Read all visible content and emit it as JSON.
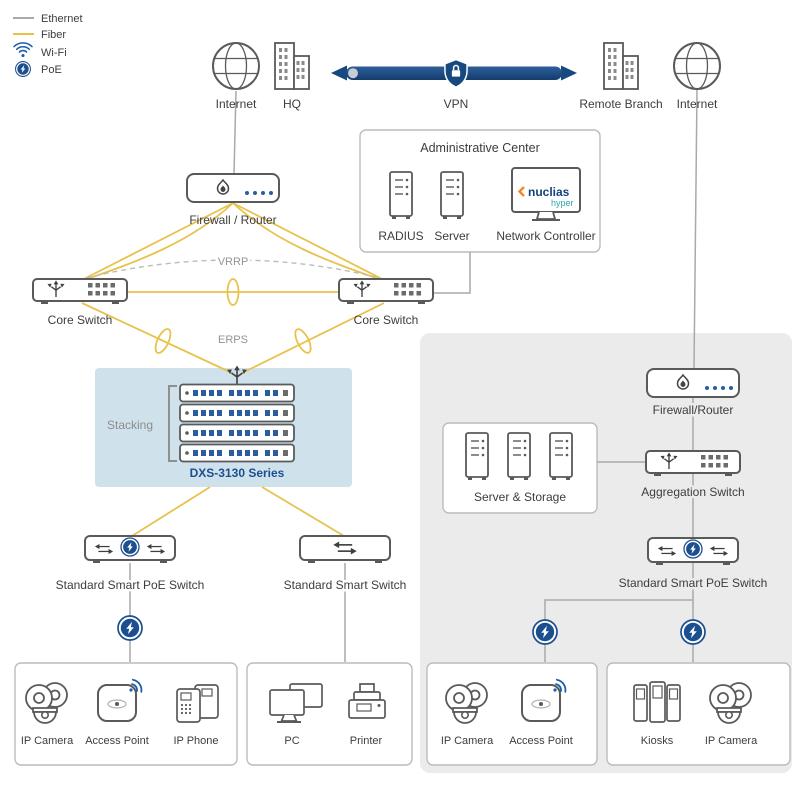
{
  "legend": {
    "ethernet": "Ethernet",
    "fiber": "Fiber",
    "wifi": "Wi-Fi",
    "poe": "PoE"
  },
  "top": {
    "internet_left": "Internet",
    "hq": "HQ",
    "vpn": "VPN",
    "remote_branch": "Remote Branch",
    "internet_right": "Internet"
  },
  "admin": {
    "title": "Administrative Center",
    "radius": "RADIUS",
    "server": "Server",
    "controller": "Network Controller",
    "brand": "nuclias",
    "brand_sub": "hyper"
  },
  "hq_site": {
    "firewall": "Firewall / Router",
    "core_switch_left": "Core Switch",
    "core_switch_right": "Core Switch",
    "vrrp": "VRRP",
    "erps": "ERPS",
    "stacking": "Stacking",
    "stack_model": "DXS-3130 Series",
    "poe_switch": "Standard Smart PoE Switch",
    "smart_switch": "Standard Smart Switch",
    "ip_camera": "IP Camera",
    "access_point": "Access Point",
    "ip_phone": "IP Phone",
    "pc": "PC",
    "printer": "Printer"
  },
  "branch_site": {
    "firewall": "Firewall/Router",
    "aggregation": "Aggregation Switch",
    "server_storage": "Server & Storage",
    "poe_switch": "Standard Smart PoE Switch",
    "ip_camera": "IP Camera",
    "access_point": "Access Point",
    "kiosks": "Kiosks",
    "ip_camera2": "IP Camera"
  },
  "colors": {
    "ethernet_line": "#a9a9a9",
    "fiber_line": "#e8c24b",
    "accent_navy": "#1b4f8f",
    "vpn_fill": "#17497e",
    "stacking_bg": "#cfe2ec",
    "branch_panel_bg": "#ebebeb",
    "brand_orange": "#f08a24",
    "brand_teal": "#2fa8ad"
  }
}
